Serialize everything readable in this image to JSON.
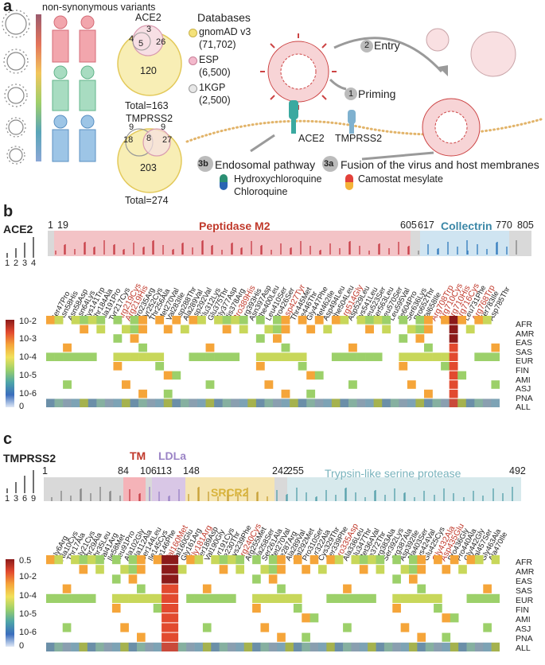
{
  "panel_a": {
    "letter": "a",
    "nsv_label": "non-synonymous variants",
    "venn1": {
      "title": "ACE2",
      "n_top": "3",
      "n_left": "4",
      "n_mid_l": "5",
      "n_mid_r": "26",
      "n_big": "120",
      "total": "Total=163"
    },
    "venn2": {
      "title": "TMPRSS2",
      "n_top_l": "9",
      "n_top_r": "9",
      "n_left": "18",
      "n_mid": "8",
      "n_right": "27",
      "n_big": "203",
      "total": "Total=274"
    },
    "databases": {
      "title": "Databases",
      "items": [
        {
          "name": "gnomAD v3",
          "count": "(71,702)",
          "color": "#f4e27a"
        },
        {
          "name": "ESP",
          "count": "(6,500)",
          "color": "#f3b9cc"
        },
        {
          "name": "1KGP",
          "count": "(2,500)",
          "color": "#e7e7e7"
        }
      ]
    },
    "step_entry": {
      "num": "2",
      "label": "Entry"
    },
    "step_priming": {
      "num": "1",
      "label": "Priming"
    },
    "receptor_ace2": "ACE2",
    "receptor_tmprss2": "TMPRSS2",
    "step_endosomal": {
      "num": "3b",
      "label": "Endosomal pathway"
    },
    "drug_hcq": "Hydroxychloroquine",
    "drug_cq": "Chloroquine",
    "step_fusion": {
      "num": "3a",
      "label": "Fusion of the virus and host membranes"
    },
    "drug_camostat": "Camostat mesylate"
  },
  "panel_b": {
    "letter": "b",
    "gene": "ACE2",
    "scale_ticks": [
      "1",
      "2",
      "3",
      "4"
    ],
    "pos_1": "1",
    "pos_19": "19",
    "pos_605": "605",
    "pos_617": "617",
    "pos_770": "770",
    "pos_805": "805",
    "domain_peptidase": "Peptidase M2",
    "domain_collectrin": "Collectrin",
    "variants": [
      "Ser47Pro",
      "Asn58His",
      "Asn58Asp",
      "Asn64Lys",
      "Cys141Trp",
      "Thr184Ala",
      "Ala191Pro",
      "Tyr217Cys",
      "Arg219Cys",
      "Arg219His",
      "Pro235Arg",
      "Tyr252Cys",
      "Thr256Ala",
      "Met270Val",
      "Val283Ile",
      "Asp288Thr",
      "Ala289Val",
      "Asp292Val",
      "Glu312Lys",
      "Glu375Thr",
      "Gly377Asp",
      "His378Arg",
      "Pro389His",
      "Arg393His",
      "Asn397Asp",
      "Phe400Leu",
      "Leu410Ser",
      "Pro426Ser",
      "Asp427Tyr",
      "Thr445Met",
      "Ile446Thr",
      "Gly447Phe",
      "Met462Ile",
      "Asp494Leu",
      "Phe504Leu",
      "Arg514Gly",
      "Asp529Leu",
      "Lys541Leu",
      "Leu523Ser",
      "Ser563Leu",
      "Leu570Ser",
      "Leu595Val",
      "Ile604Pro",
      "Ser636Lys",
      "Pro652Thr",
      "Val658Ile",
      "Arg708Trp",
      "Arg710Cys",
      "Arg710His",
      "Arg716Cys",
      "Leu731Phe",
      "Arg768Trp",
      "Ser783Ile",
      "Asp785Thr"
    ],
    "highlight": [
      "Arg219Cys",
      "Arg219His",
      "Pro389His",
      "Asp427Tyr",
      "Arg514Gly",
      "Arg708Trp",
      "Arg710Cys",
      "Arg710His",
      "Arg716Cys",
      "Arg768Trp"
    ],
    "populations": [
      "AFR",
      "AMR",
      "EAS",
      "SAS",
      "EUR",
      "FIN",
      "AMI",
      "ASJ",
      "PNA",
      "ALL"
    ],
    "colorbar": [
      "10-2",
      "10-3",
      "10-4",
      "10-5",
      "10-6",
      "0"
    ]
  },
  "panel_c": {
    "letter": "c",
    "gene": "TMPRSS2",
    "scale_ticks": [
      "1",
      "3",
      "6",
      "9"
    ],
    "pos_1": "1",
    "pos_84": "84",
    "pos_106": "106",
    "pos_113": "113",
    "pos_148": "148",
    "pos_242": "242",
    "pos_255": "255",
    "pos_492": "492",
    "domain_tm": "TM",
    "domain_ldla": "LDLa",
    "domain_srcr2": "SRCR2",
    "domain_trypsin": "Trypsin-like serine protease",
    "variants": [
      "Gly6Arg",
      "Ala10Cys",
      "Thr17Ala",
      "Gly21Cys",
      "Thr29Ala",
      "Thr35Leu",
      "Val41Arg",
      "Ile58Met",
      "Leu91Pro",
      "Ala102Gly",
      "Ala112Ala",
      "Ser144Leu",
      "Ile145Cys",
      "Ile146Phe",
      "Val160Met",
      "Val160Glu",
      "Gly161Arg",
      "Gly181Arg",
      "Ser189Asp",
      "Val190Gly",
      "Tyr191Cys",
      "Ile230Thr",
      "Cys239Phe",
      "Arg240Cys",
      "Arg255Met",
      "Ala258Ser",
      "Ser261Ala",
      "Met270Val",
      "Ile287Arg",
      "Ala289Val",
      "Val292Met",
      "Pro310Ser",
      "Tyr322Ala",
      "Cys329Thr",
      "Ser339Phe",
      "Pro335Asp",
      "Ala336Leu",
      "Glu347Thr",
      "Met364Val",
      "Ile372Thr",
      "Arg383Ala",
      "Ser392Lys",
      "Arg387Ala",
      "Asp392Ile",
      "Ala403Ser",
      "Lys424Val",
      "Glu425Cys",
      "Gly432Ala",
      "Asp435Glu",
      "Pro436Gly",
      "Pro440Ala",
      "Gly442Gly",
      "Val457Ser",
      "Gly463Ala",
      "Ala470Ile"
    ],
    "highlight": [
      "Val160Met",
      "Gly181Arg",
      "Arg240Cys",
      "Ser259Ser",
      "Pro335Asp",
      "Gly432Ala",
      "Asp435Glu"
    ],
    "populations": [
      "AFR",
      "AMR",
      "EAS",
      "SAS",
      "EUR",
      "FIN",
      "AMI",
      "ASJ",
      "PNA",
      "ALL"
    ],
    "colorbar": [
      "0.5",
      "10-2",
      "10-4",
      "10-5",
      "10-6",
      "0"
    ]
  },
  "colors": {
    "peptidase": "#f3c3c6",
    "collectrin": "#cfe4f1",
    "tm": "#f5b3b8",
    "ldla": "#d9c7e6",
    "srcr2": "#f5e5b3",
    "trypsin": "#d7e9ec",
    "gray_region": "#d9d9d9",
    "accent_red": "#c0392b"
  }
}
